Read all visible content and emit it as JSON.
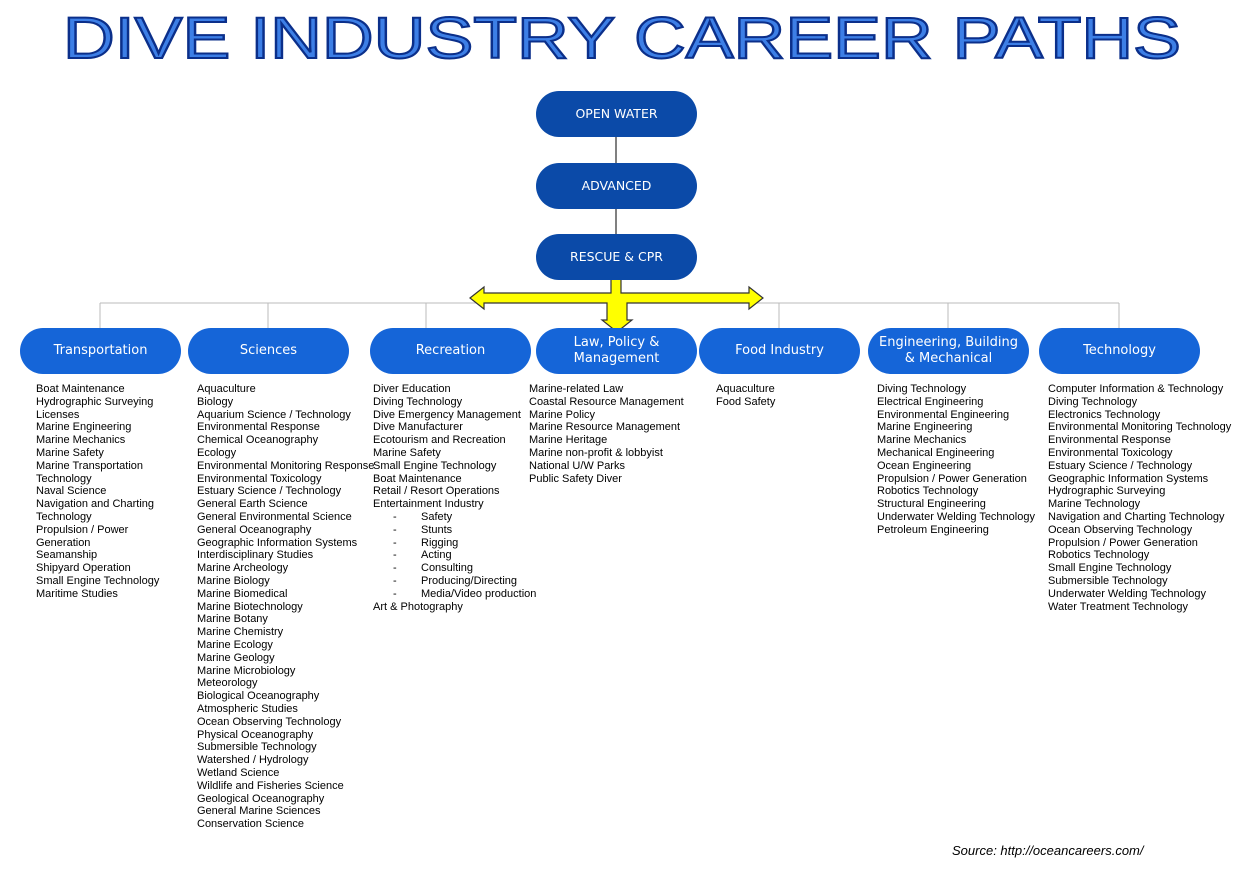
{
  "title": "DIVE INDUSTRY CAREER PATHS",
  "steps": [
    "OPEN WATER",
    "ADVANCED",
    "RESCUE & CPR"
  ],
  "categories": [
    {
      "name": "Transportation",
      "items": [
        "Boat Maintenance",
        "Hydrographic Surveying",
        "Licenses",
        "Marine Engineering",
        "Marine Mechanics",
        "Marine Safety",
        "Marine Transportation",
        "Technology",
        "Naval Science",
        "Navigation and Charting",
        "Technology",
        "Propulsion / Power",
        "Generation",
        "Seamanship",
        "Shipyard Operation",
        "Small Engine Technology",
        "Maritime Studies"
      ]
    },
    {
      "name": "Sciences",
      "items": [
        "Aquaculture",
        "Biology",
        "Aquarium Science / Technology",
        "Environmental Response",
        "Chemical Oceanography",
        "Ecology",
        "Environmental Monitoring Response",
        "Environmental Toxicology",
        "Estuary Science / Technology",
        "General Earth Science",
        "General Environmental Science",
        "General Oceanography",
        "Geographic Information Systems",
        "Interdisciplinary Studies",
        "Marine Archeology",
        "Marine Biology",
        "Marine Biomedical",
        "Marine Biotechnology",
        "Marine Botany",
        "Marine Chemistry",
        "Marine Ecology",
        "Marine Geology",
        "Marine Microbiology",
        "Meteorology",
        "Biological Oceanography",
        "Atmospheric Studies",
        "Ocean Observing Technology",
        "Physical Oceanography",
        "Submersible Technology",
        "Watershed / Hydrology",
        "Wetland Science",
        "Wildlife and Fisheries Science",
        "Geological Oceanography",
        "General Marine Sciences",
        "Conservation Science"
      ]
    },
    {
      "name": "Recreation",
      "items": [
        "Diver Education",
        "Diving Technology",
        "Dive Emergency Management",
        "Dive Manufacturer",
        "Ecotourism and Recreation",
        "Marine Safety",
        "Small Engine Technology",
        "Boat Maintenance",
        "Retail / Resort Operations",
        "Entertainment Industry"
      ],
      "subitems": [
        "Safety",
        "Stunts",
        "Rigging",
        "Acting",
        "Consulting",
        "Producing/Directing",
        "Media/Video production"
      ],
      "subitem_marker": "-",
      "after": [
        "Art & Photography"
      ]
    },
    {
      "name": "Law, Policy & Management",
      "items": [
        "Marine-related Law",
        "Coastal Resource Management",
        "Marine Policy",
        "Marine Resource Management",
        "Marine Heritage",
        "Marine non-profit & lobbyist",
        "National U/W Parks",
        "Public Safety Diver"
      ]
    },
    {
      "name": "Food Industry",
      "items": [
        "Aquaculture",
        "Food Safety"
      ]
    },
    {
      "name": "Engineering, Building & Mechanical",
      "items": [
        "Diving Technology",
        "Electrical Engineering",
        "Environmental Engineering",
        "Marine Engineering",
        "Marine Mechanics",
        "Mechanical Engineering",
        "Ocean Engineering",
        "Propulsion / Power Generation",
        "Robotics Technology",
        "Structural Engineering",
        "Underwater Welding Technology",
        "Petroleum Engineering"
      ]
    },
    {
      "name": "Technology",
      "items": [
        "Computer Information & Technology",
        "Diving Technology",
        "Electronics Technology",
        "Environmental Monitoring Technology",
        "Environmental Response",
        "Environmental Toxicology",
        "Estuary Science / Technology",
        "Geographic Information Systems",
        "Hydrographic Surveying",
        "Marine Technology",
        "Navigation and Charting Technology",
        "Ocean Observing Technology",
        "Propulsion / Power Generation",
        "Robotics Technology",
        "Small Engine Technology",
        "Submersible Technology",
        "Underwater Welding Technology",
        "Water Treatment Technology"
      ]
    }
  ],
  "source": "Source: http://oceancareers.com/",
  "colors": {
    "title_fill": "#3d7fe6",
    "title_stroke": "#0b2f8a",
    "step_pill": "#0b4aa8",
    "category_pill": "#1565d8",
    "arrow_fill": "#ffff00",
    "arrow_stroke": "#333333",
    "connector": "#bbbbbb"
  }
}
